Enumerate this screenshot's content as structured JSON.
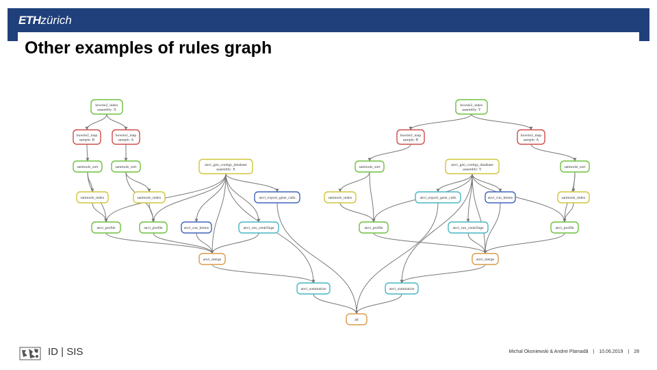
{
  "header": {
    "logo_bold": "ETH",
    "logo_light": "zürich",
    "title": "Other examples of rules graph"
  },
  "colors": {
    "header_blue": "#1f407a",
    "edge": "#777777",
    "node_red": "#cf4a4a",
    "node_green": "#6cbf3c",
    "node_yellow": "#cfc53a",
    "node_blue": "#3e63b8",
    "node_cyan": "#45b6c4",
    "node_orange": "#d99a4a"
  },
  "graph": {
    "nodes": [
      {
        "id": "l_bi",
        "lines": [
          "bowtie2_index",
          "assembly: X"
        ],
        "color": "green"
      },
      {
        "id": "l_bmB",
        "lines": [
          "bowtie2_map",
          "sample: B"
        ],
        "color": "red"
      },
      {
        "id": "l_bmA",
        "lines": [
          "bowtie2_map",
          "sample: A"
        ],
        "color": "red"
      },
      {
        "id": "l_ss1",
        "lines": [
          "samtools_sort"
        ],
        "color": "green"
      },
      {
        "id": "l_ss2",
        "lines": [
          "samtools_sort"
        ],
        "color": "green"
      },
      {
        "id": "l_gen",
        "lines": [
          "anvi_gen_contigs_database",
          "assembly: X"
        ],
        "color": "yellow"
      },
      {
        "id": "l_si1",
        "lines": [
          "samtools_index"
        ],
        "color": "yellow"
      },
      {
        "id": "l_si2",
        "lines": [
          "samtools_index"
        ],
        "color": "yellow"
      },
      {
        "id": "l_exp",
        "lines": [
          "anvi_export_gene_calls"
        ],
        "color": "blue"
      },
      {
        "id": "l_pr1",
        "lines": [
          "anvi_profile"
        ],
        "color": "green"
      },
      {
        "id": "l_pr2",
        "lines": [
          "anvi_profile"
        ],
        "color": "green"
      },
      {
        "id": "l_hmm",
        "lines": [
          "anvi_run_hmms"
        ],
        "color": "blue"
      },
      {
        "id": "l_cen",
        "lines": [
          "anvi_run_centrifuge"
        ],
        "color": "cyan"
      },
      {
        "id": "l_mer",
        "lines": [
          "anvi_merge"
        ],
        "color": "orange"
      },
      {
        "id": "l_sum",
        "lines": [
          "anvi_summarize"
        ],
        "color": "cyan"
      },
      {
        "id": "all",
        "lines": [
          "all"
        ],
        "color": "orange"
      },
      {
        "id": "r_sum",
        "lines": [
          "anvi_summarize"
        ],
        "color": "cyan"
      },
      {
        "id": "r_bi",
        "lines": [
          "bowtie2_index",
          "assembly: Y"
        ],
        "color": "green"
      },
      {
        "id": "r_bmB",
        "lines": [
          "bowtie2_map",
          "sample: B"
        ],
        "color": "red"
      },
      {
        "id": "r_bmA",
        "lines": [
          "bowtie2_map",
          "sample: A"
        ],
        "color": "red"
      },
      {
        "id": "r_ss1",
        "lines": [
          "samtools_sort"
        ],
        "color": "green"
      },
      {
        "id": "r_gen",
        "lines": [
          "anvi_gen_contigs_database",
          "assembly: Y"
        ],
        "color": "yellow"
      },
      {
        "id": "r_ss2",
        "lines": [
          "samtools_sort"
        ],
        "color": "green"
      },
      {
        "id": "r_si1",
        "lines": [
          "samtools_index"
        ],
        "color": "yellow"
      },
      {
        "id": "r_exp",
        "lines": [
          "anvi_export_gene_calls"
        ],
        "color": "cyan"
      },
      {
        "id": "r_hmm",
        "lines": [
          "anvi_run_hmms"
        ],
        "color": "blue"
      },
      {
        "id": "r_si2",
        "lines": [
          "samtools_index"
        ],
        "color": "yellow"
      },
      {
        "id": "r_pr1",
        "lines": [
          "anvi_profile"
        ],
        "color": "green"
      },
      {
        "id": "r_cen",
        "lines": [
          "anvi_run_centrifuge"
        ],
        "color": "cyan"
      },
      {
        "id": "r_pr2",
        "lines": [
          "anvi_profile"
        ],
        "color": "green"
      },
      {
        "id": "r_mer",
        "lines": [
          "anvi_merge"
        ],
        "color": "orange"
      }
    ],
    "edges": [
      [
        "l_bi",
        "l_bmB"
      ],
      [
        "l_bi",
        "l_bmA"
      ],
      [
        "l_bmB",
        "l_ss1"
      ],
      [
        "l_bmA",
        "l_ss2"
      ],
      [
        "l_ss1",
        "l_si1"
      ],
      [
        "l_ss2",
        "l_si2"
      ],
      [
        "l_ss1",
        "l_pr1"
      ],
      [
        "l_ss2",
        "l_pr2"
      ],
      [
        "l_si1",
        "l_pr1"
      ],
      [
        "l_si2",
        "l_pr2"
      ],
      [
        "l_gen",
        "l_pr1"
      ],
      [
        "l_gen",
        "l_pr2"
      ],
      [
        "l_gen",
        "l_exp"
      ],
      [
        "l_gen",
        "l_hmm"
      ],
      [
        "l_gen",
        "l_cen"
      ],
      [
        "l_gen",
        "l_mer"
      ],
      [
        "l_gen",
        "l_sum"
      ],
      [
        "l_pr1",
        "l_mer"
      ],
      [
        "l_pr2",
        "l_mer"
      ],
      [
        "l_hmm",
        "l_mer"
      ],
      [
        "l_cen",
        "l_mer"
      ],
      [
        "l_mer",
        "l_sum"
      ],
      [
        "l_sum",
        "all"
      ],
      [
        "l_exp",
        "all"
      ],
      [
        "r_bi",
        "r_bmB"
      ],
      [
        "r_bi",
        "r_bmA"
      ],
      [
        "r_bmB",
        "r_ss1"
      ],
      [
        "r_bmA",
        "r_ss2"
      ],
      [
        "r_ss1",
        "r_si1"
      ],
      [
        "r_ss2",
        "r_si2"
      ],
      [
        "r_ss1",
        "r_pr1"
      ],
      [
        "r_ss2",
        "r_pr2"
      ],
      [
        "r_si1",
        "r_pr1"
      ],
      [
        "r_si2",
        "r_pr2"
      ],
      [
        "r_gen",
        "r_pr1"
      ],
      [
        "r_gen",
        "r_pr2"
      ],
      [
        "r_gen",
        "r_exp"
      ],
      [
        "r_gen",
        "r_hmm"
      ],
      [
        "r_gen",
        "r_cen"
      ],
      [
        "r_gen",
        "r_mer"
      ],
      [
        "r_gen",
        "r_sum"
      ],
      [
        "r_pr1",
        "r_mer"
      ],
      [
        "r_pr2",
        "r_mer"
      ],
      [
        "r_hmm",
        "r_mer"
      ],
      [
        "r_cen",
        "r_mer"
      ],
      [
        "r_mer",
        "r_sum"
      ],
      [
        "r_sum",
        "all"
      ],
      [
        "r_exp",
        "all"
      ]
    ]
  },
  "footer": {
    "unit": "ID | SIS",
    "authors": "Michal Okoniewski & Andrei Plamadă",
    "date": "10.06.2019",
    "page": "28",
    "separator": "|"
  }
}
